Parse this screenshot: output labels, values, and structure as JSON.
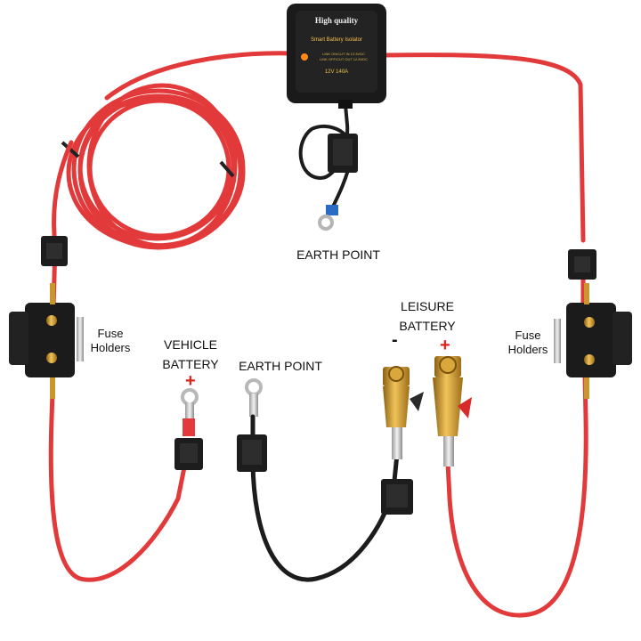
{
  "isolator": {
    "brand": "High quality",
    "title": "Smart Battery Isolator",
    "spec_line1": "LINK ON/CUT IN 13.3VDC",
    "spec_line2": "LINK OFF/CUT OUT 12.8VDC",
    "rating": "12V 140A"
  },
  "labels": {
    "earth_point_top": "EARTH POINT",
    "earth_point_bottom": "EARTH POINT",
    "vehicle_battery_line1": "VEHICLE",
    "vehicle_battery_line2": "BATTERY",
    "leisure_battery_line1": "LEISURE",
    "leisure_battery_line2": "BATTERY",
    "fuse_holders_left_line1": "Fuse",
    "fuse_holders_left_line2": "Holders",
    "fuse_holders_right_line1": "Fuse",
    "fuse_holders_right_line2": "Holders",
    "plus_vehicle": "+",
    "plus_leisure": "+",
    "minus_leisure": "-"
  },
  "colors": {
    "red_cable": "#e23a3a",
    "black_cable": "#1c1c1c",
    "isolator_body": "#1a1a1a",
    "brass_terminal": "#c9962e",
    "sign_red": "#e0201b"
  }
}
